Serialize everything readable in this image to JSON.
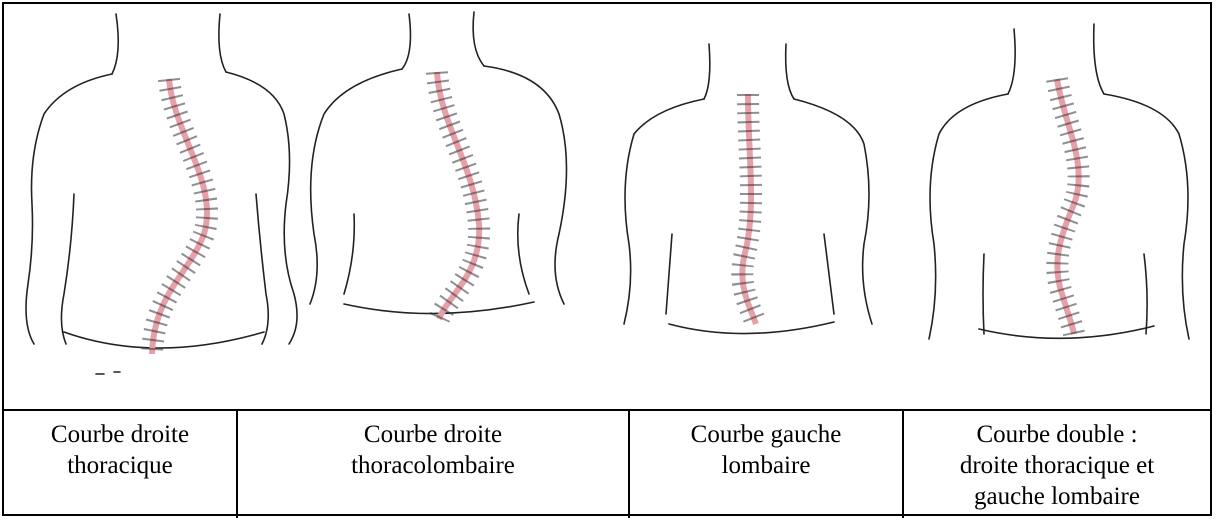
{
  "diagram": {
    "panels": [
      {
        "id": "thoracique-droite",
        "caption_lines": [
          "Courbe droite",
          "thoracique"
        ]
      },
      {
        "id": "thoracolombaire-droite",
        "caption_lines": [
          "Courbe droite",
          "thoracolombaire"
        ]
      },
      {
        "id": "lombaire-gauche",
        "caption_lines": [
          "Courbe gauche",
          "lombaire"
        ]
      },
      {
        "id": "double",
        "caption_lines": [
          "Courbe double :",
          "droite thoracique et",
          "gauche lombaire"
        ]
      }
    ],
    "colors": {
      "spine_line": "#e8a0a8",
      "outline": "#222222",
      "border": "#000000"
    }
  }
}
